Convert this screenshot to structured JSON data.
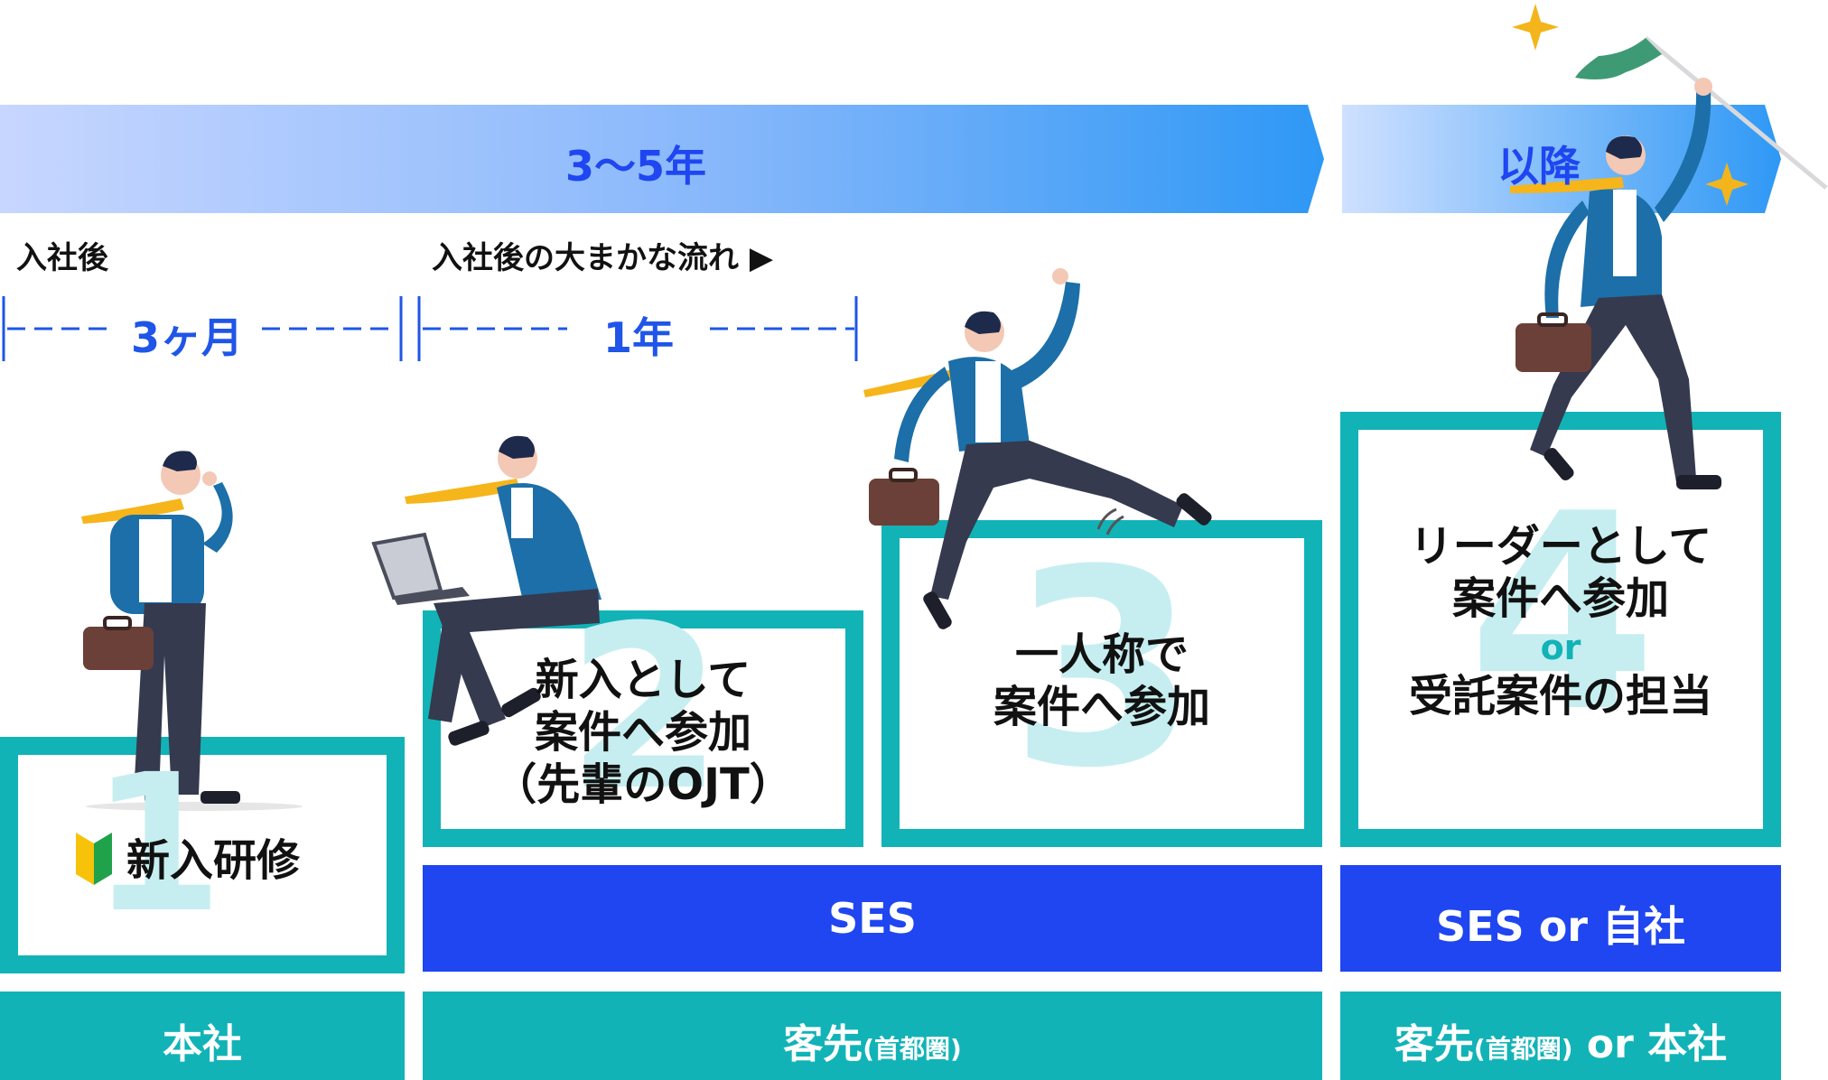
{
  "colors": {
    "teal": "#12b3b7",
    "blue": "#1f46f0",
    "arrow_light": "#c7d6ff",
    "arrow_dark": "#2e98f5",
    "timeline_blue": "#1f55e8",
    "number_ghost": "#c6eef0"
  },
  "timeline": {
    "main_arrow_label": "3〜5年",
    "after_arrow_label": "以降",
    "after_join_label": "入社後",
    "flow_label": "入社後の大まかな流れ ▶",
    "span1_label": "3ヶ月",
    "span2_label": "1年"
  },
  "stages": [
    {
      "number": "1",
      "icon": "beginner-mark-icon",
      "lines": [
        "新入研修"
      ]
    },
    {
      "number": "2",
      "lines": [
        "新入として",
        "案件へ参加",
        "（先輩のOJT）"
      ]
    },
    {
      "number": "3",
      "lines": [
        "一人称で",
        "案件へ参加"
      ]
    },
    {
      "number": "4",
      "lines": [
        "リーダーとして",
        "案件へ参加",
        "or",
        "受託案件の担当"
      ]
    }
  ],
  "type_bars": {
    "ses": "SES",
    "ses_or_own": "SES or 自社"
  },
  "location_bars": {
    "head_office": "本社",
    "client_main": "客先",
    "client_sub": "(首都圏)",
    "client2_main": "客先",
    "client2_sub": "(首都圏)",
    "client2_tail": " or 本社"
  }
}
